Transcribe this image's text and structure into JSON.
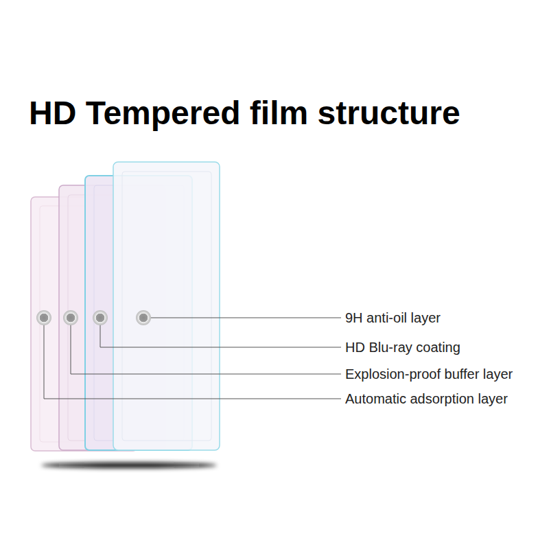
{
  "diagram": {
    "title": "HD Tempered film structure",
    "labels": [
      "9H anti-oil layer",
      "HD Blu-ray coating",
      "Explosion-proof buffer layer",
      "Automatic adsorption layer"
    ]
  }
}
